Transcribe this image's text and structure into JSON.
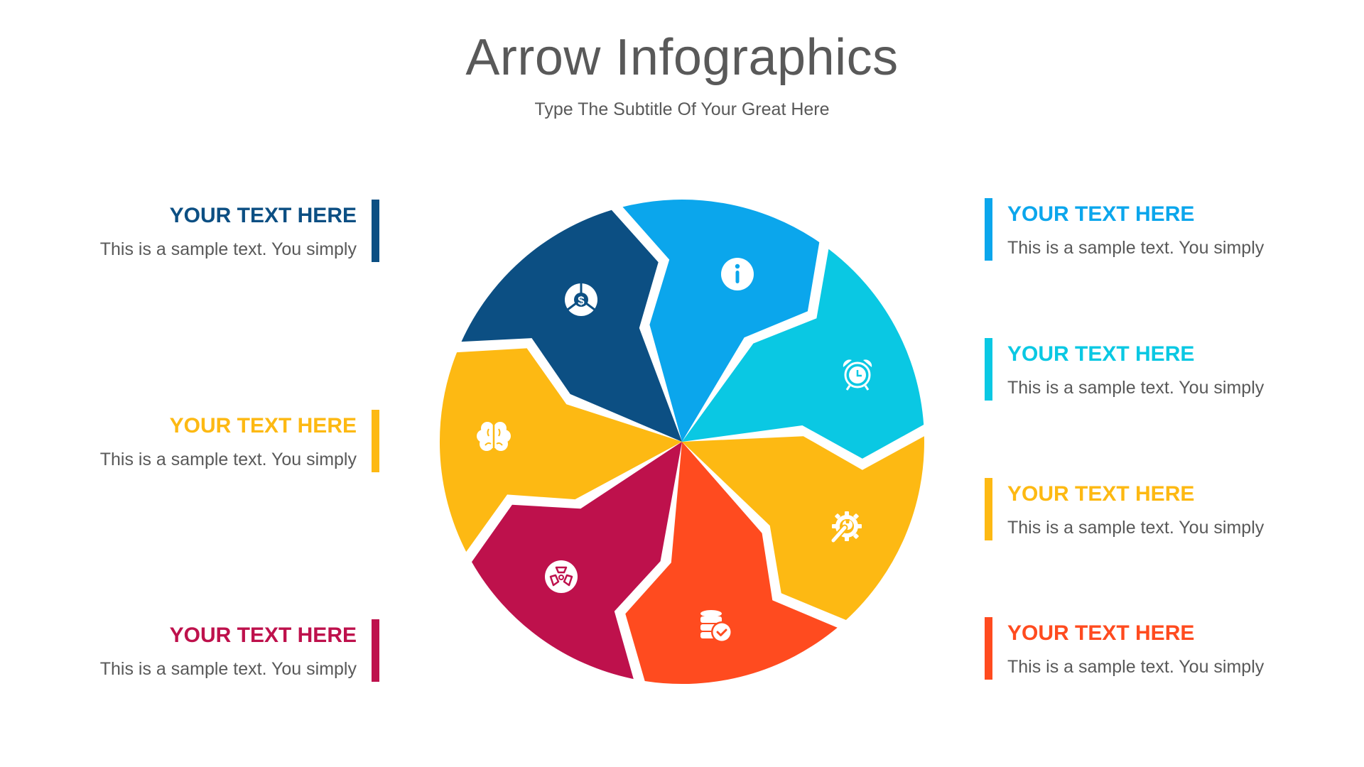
{
  "header": {
    "title": "Arrow Infographics",
    "subtitle": "Type The Subtitle Of Your Great Here"
  },
  "colors": {
    "dark_blue": "#0C4F83",
    "light_blue": "#0BA6EC",
    "cyan": "#0AC8E3",
    "yellow": "#FDB913",
    "orange": "#FF4B1F",
    "magenta": "#BE114C",
    "body_text": "#595959",
    "title_text": "#595959"
  },
  "wheel": {
    "segments": [
      {
        "name": "segment-dark-blue",
        "color": "#0C4F83",
        "icon": "dollar-pie-icon"
      },
      {
        "name": "segment-light-blue",
        "color": "#0BA6EC",
        "icon": "info-icon"
      },
      {
        "name": "segment-cyan",
        "color": "#0AC8E3",
        "icon": "alarm-clock-icon"
      },
      {
        "name": "segment-yellow-right",
        "color": "#FDB913",
        "icon": "gear-wrench-icon"
      },
      {
        "name": "segment-orange",
        "color": "#FF4B1F",
        "icon": "database-check-icon"
      },
      {
        "name": "segment-magenta",
        "color": "#BE114C",
        "icon": "radiation-icon"
      },
      {
        "name": "segment-yellow-left",
        "color": "#FDB913",
        "icon": "brain-icon"
      }
    ]
  },
  "left_items": [
    {
      "heading": "YOUR TEXT HERE",
      "text": "This is a sample text. You simply",
      "color": "#0C4F83"
    },
    {
      "heading": "YOUR TEXT HERE",
      "text": "This is a sample text. You simply",
      "color": "#FDB913"
    },
    {
      "heading": "YOUR TEXT HERE",
      "text": "This is a sample text. You simply",
      "color": "#BE114C"
    }
  ],
  "right_items": [
    {
      "heading": "YOUR TEXT HERE",
      "text": "This is a sample text. You simply",
      "color": "#0BA6EC"
    },
    {
      "heading": "YOUR TEXT HERE",
      "text": "This is a sample text. You simply",
      "color": "#0AC8E3"
    },
    {
      "heading": "YOUR TEXT HERE",
      "text": "This is a sample text. You simply",
      "color": "#FDB913"
    },
    {
      "heading": "YOUR TEXT HERE",
      "text": "This is a sample text. You simply",
      "color": "#FF4B1F"
    }
  ]
}
